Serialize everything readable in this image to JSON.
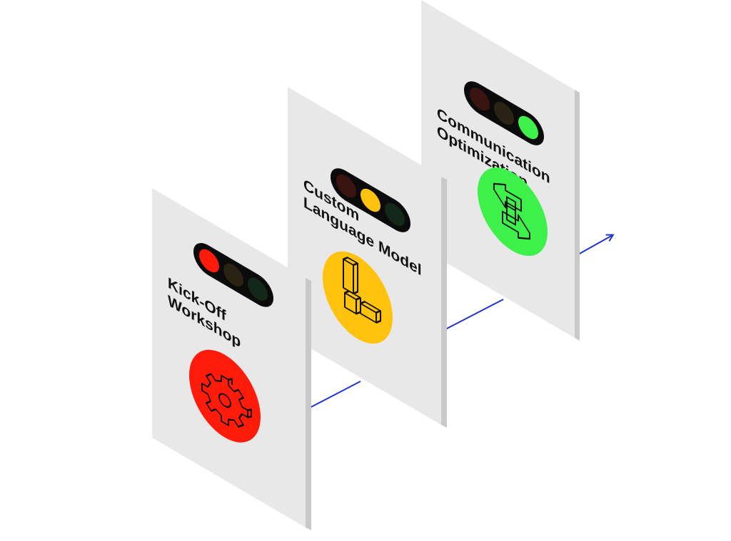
{
  "colors": {
    "timeline": "#1f35c9",
    "panel_face": "#e8e8e8",
    "panel_edge": "#c9c9c9",
    "text": "#111111",
    "red": "#ff1a0a",
    "yellow": "#ffc20e",
    "green": "#3ef04a",
    "unlit_red": "#3a1410",
    "unlit_yellow": "#2a2212",
    "unlit_green": "#14281a",
    "light_housing": "#0b0b0b"
  },
  "cards": [
    {
      "id": "kickoff",
      "title_lines": [
        "Kick-Off",
        "Workshop"
      ],
      "active_light": "red",
      "circle_color": "#ff1a0a",
      "icon": "gear-icon"
    },
    {
      "id": "custom-model",
      "title_lines": [
        "Custom",
        "Language Model"
      ],
      "active_light": "yellow",
      "circle_color": "#ffc20e",
      "icon": "blocks-icon"
    },
    {
      "id": "communication",
      "title_lines": [
        "Communication",
        "Optimization"
      ],
      "active_light": "green",
      "circle_color": "#3ef04a",
      "icon": "arrows-icon"
    }
  ]
}
